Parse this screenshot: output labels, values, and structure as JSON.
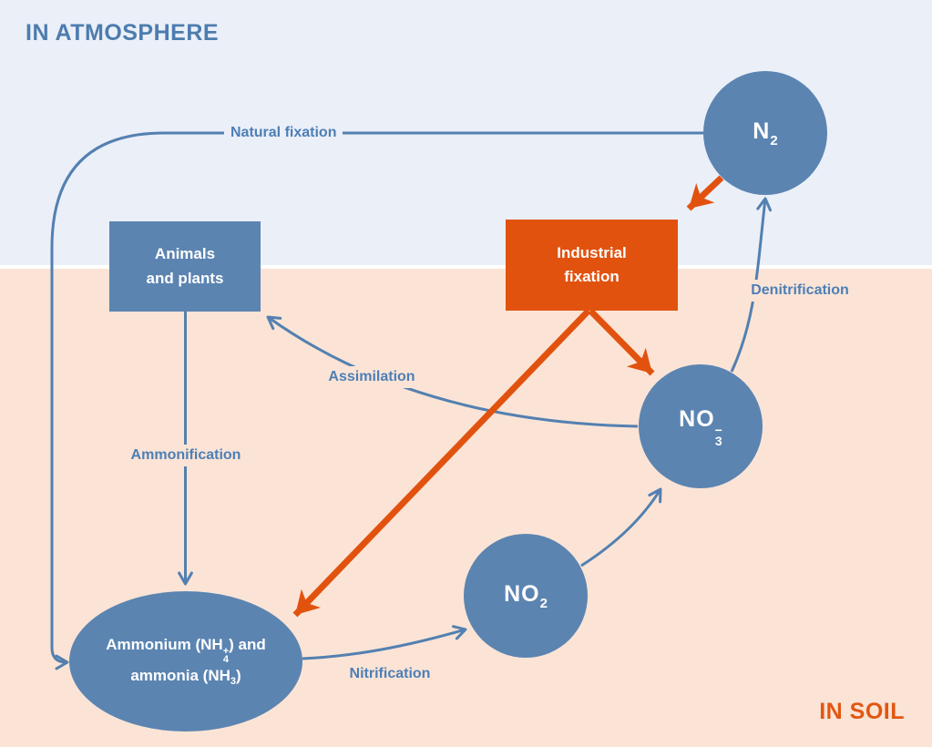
{
  "regions": {
    "atmosphere_title": "IN ATMOSPHERE",
    "soil_title": "IN SOIL"
  },
  "colors": {
    "atmosphere_bg": "#ebeff8",
    "soil_bg": "#fbe4d6",
    "node_blue": "#5b84b1",
    "line_blue": "#5380b0",
    "label_blue": "#4d7fb6",
    "accent_orange": "#e2520f",
    "node_text": "#ffffff"
  },
  "nodes": {
    "n2": {
      "symbol": "N",
      "sub": "2"
    },
    "no3": {
      "symbol": "NO",
      "sup": "−",
      "sub": "3"
    },
    "no2": {
      "symbol": "NO",
      "sub": "2"
    },
    "animals": {
      "line1": "Animals",
      "line2": "and plants"
    },
    "industrial": {
      "line1": "Industrial",
      "line2": "fixation"
    },
    "ammonium": {
      "l1a": "Ammonium (NH",
      "l1_sup": "+",
      "l1_sub": "4",
      "l1b": ") and",
      "l2a": "ammonia (NH",
      "l2_sub": "3",
      "l2b": ")"
    }
  },
  "labels": {
    "natural_fixation": "Natural fixation",
    "denitrification": "Denitrification",
    "assimilation": "Assimilation",
    "ammonification": "Ammonification",
    "nitrification": "Nitrification"
  }
}
